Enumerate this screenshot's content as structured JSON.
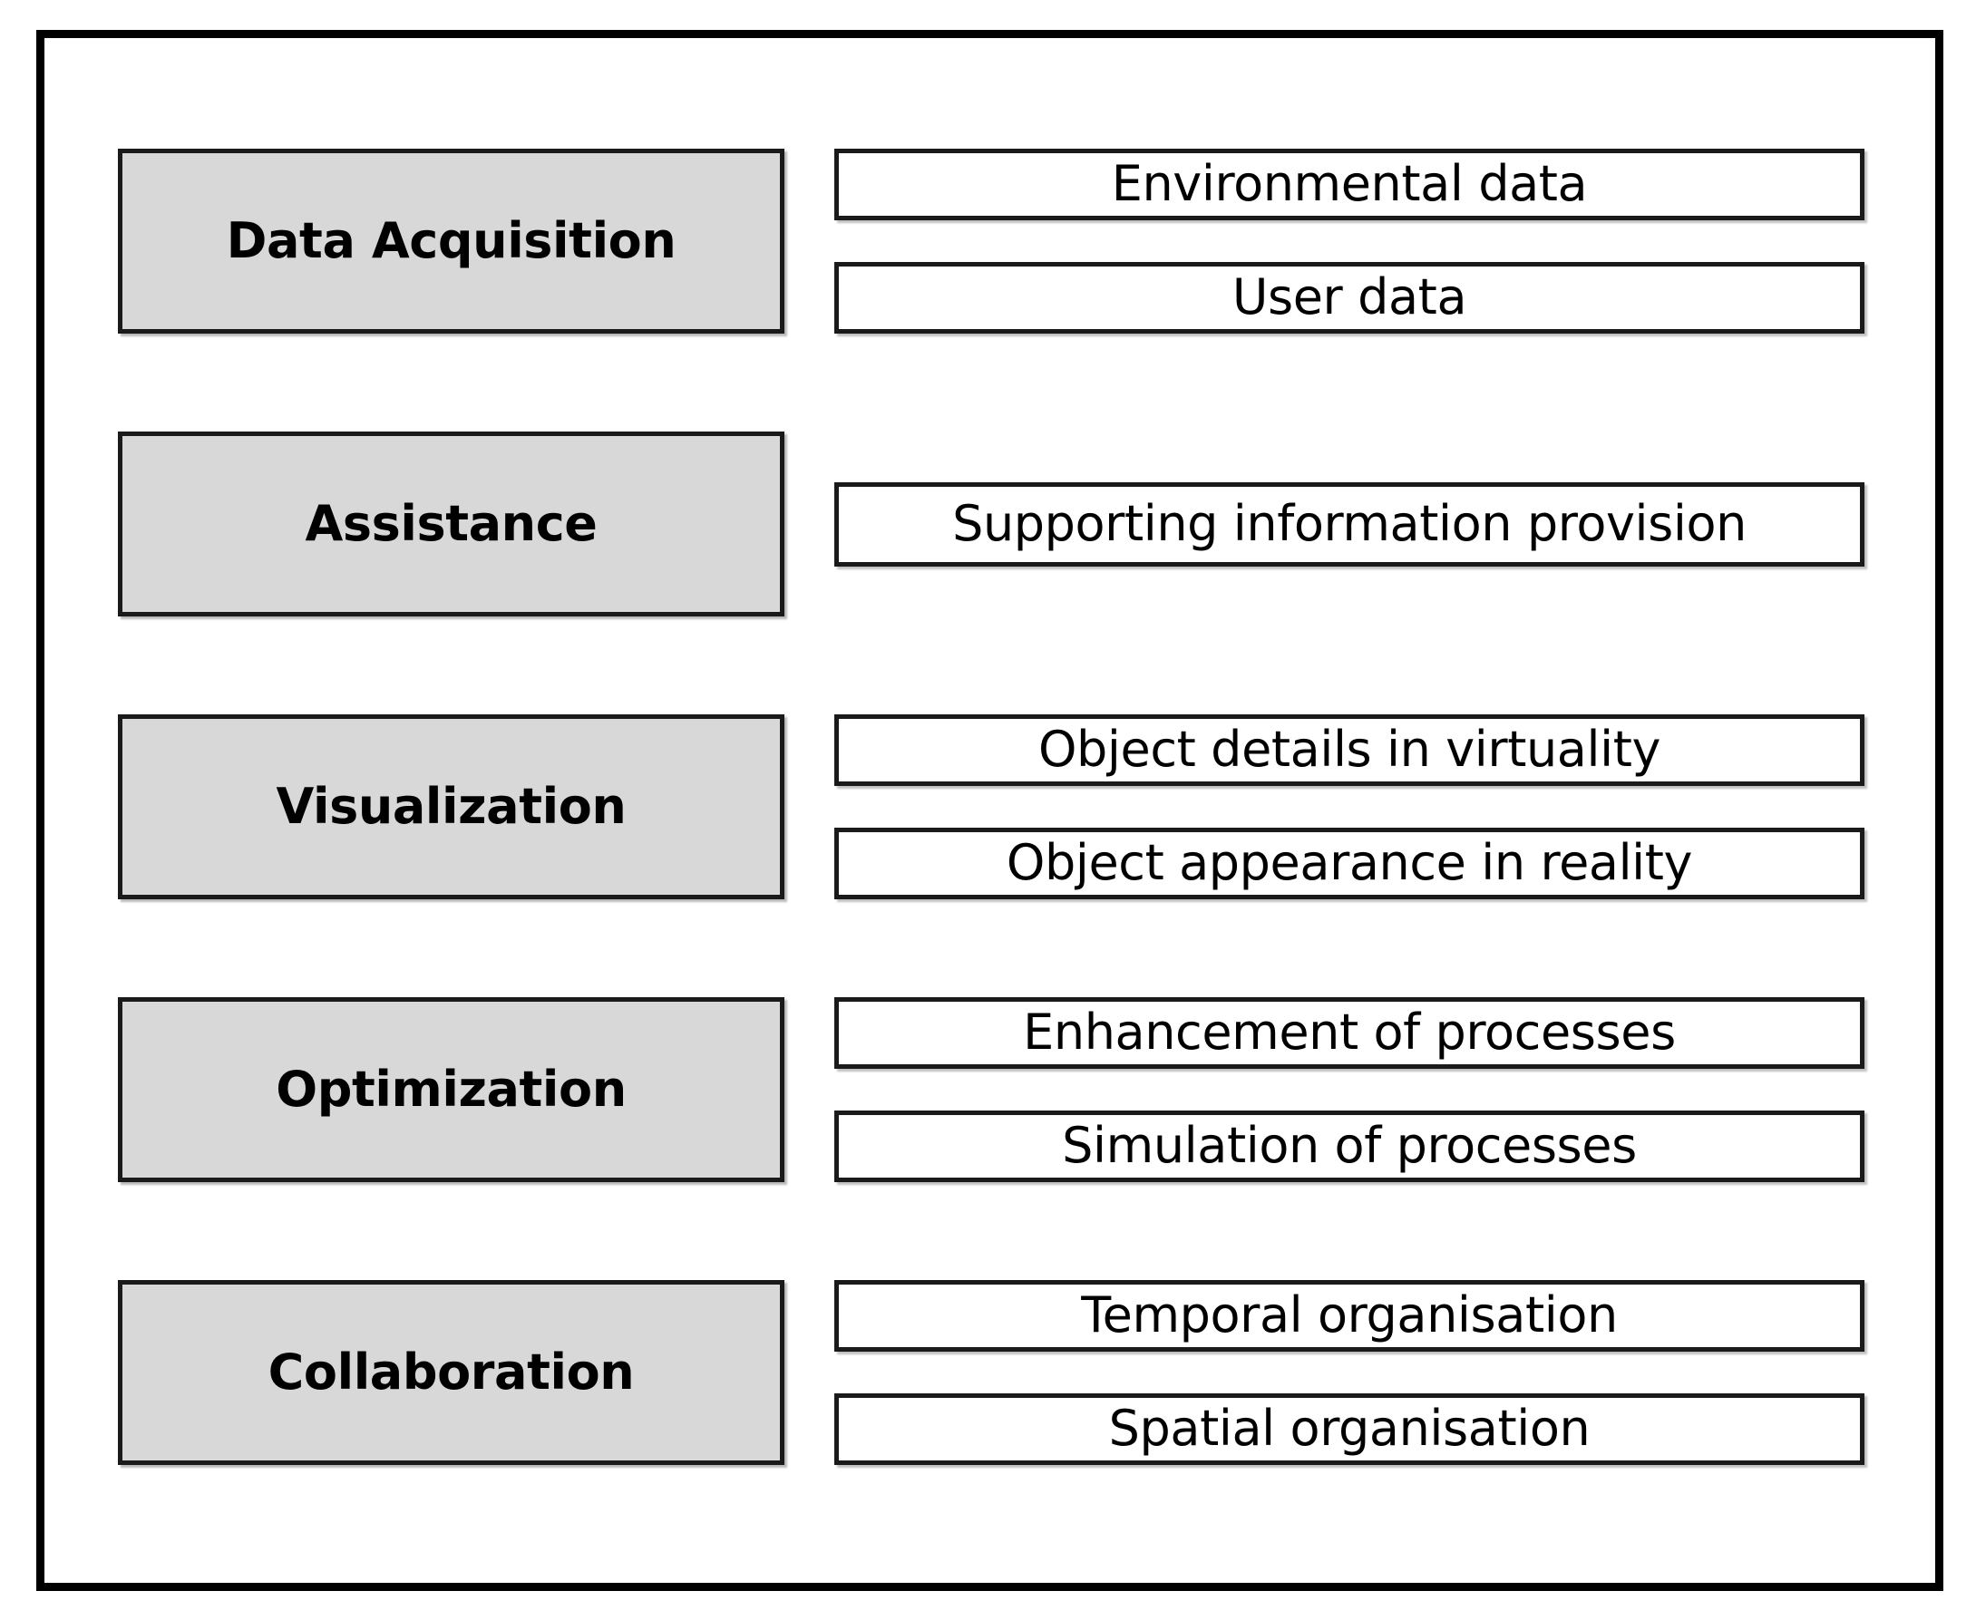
{
  "figure": {
    "type": "two-column category diagram",
    "colors": {
      "category_fill": "#d8d8d8",
      "item_fill": "#ffffff",
      "border": "#1a1a1a",
      "frame": "#000000",
      "text": "#000000"
    },
    "rows": [
      {
        "category": "Data Acquisition",
        "items": [
          "Environmental data",
          "User data"
        ]
      },
      {
        "category": "Assistance",
        "items": [
          "Supporting information provision"
        ]
      },
      {
        "category": "Visualization",
        "items": [
          "Object details in virtuality",
          "Object appearance in reality"
        ]
      },
      {
        "category": "Optimization",
        "items": [
          "Enhancement of processes",
          "Simulation of processes"
        ]
      },
      {
        "category": "Collaboration",
        "items": [
          "Temporal organisation",
          "Spatial organisation"
        ]
      }
    ]
  }
}
